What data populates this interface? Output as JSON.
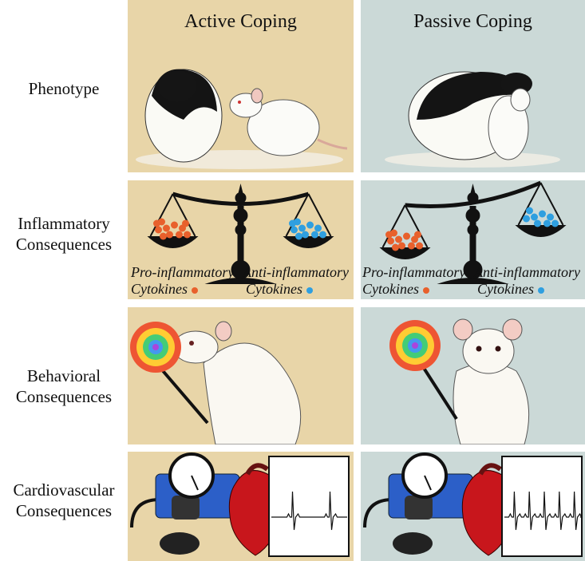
{
  "columns": [
    {
      "title": "Active Coping",
      "theme": "#e8d5a8"
    },
    {
      "title": "Passive Coping",
      "theme": "#cbd9d7"
    }
  ],
  "rows": [
    {
      "label": [
        "Phenotype"
      ]
    },
    {
      "label": [
        "Inflammatory",
        "Consequences"
      ]
    },
    {
      "label": [
        "Behavioral",
        "Consequences"
      ]
    },
    {
      "label": [
        "Cardiovascular",
        "Consequences"
      ]
    }
  ],
  "inflammatory": {
    "pro_label": [
      "Pro-inflammatory",
      "Cytokines"
    ],
    "anti_label": [
      "Anti-inflammatory",
      "Cytokines"
    ],
    "pro_color": "#e8602c",
    "anti_color": "#2f9fe0"
  },
  "icons": [
    "rat-pair-icon",
    "balance-scale-icon",
    "lollipop-rat-icon",
    "sphygmomanometer-icon",
    "heart-icon",
    "ecg-trace-icon"
  ]
}
